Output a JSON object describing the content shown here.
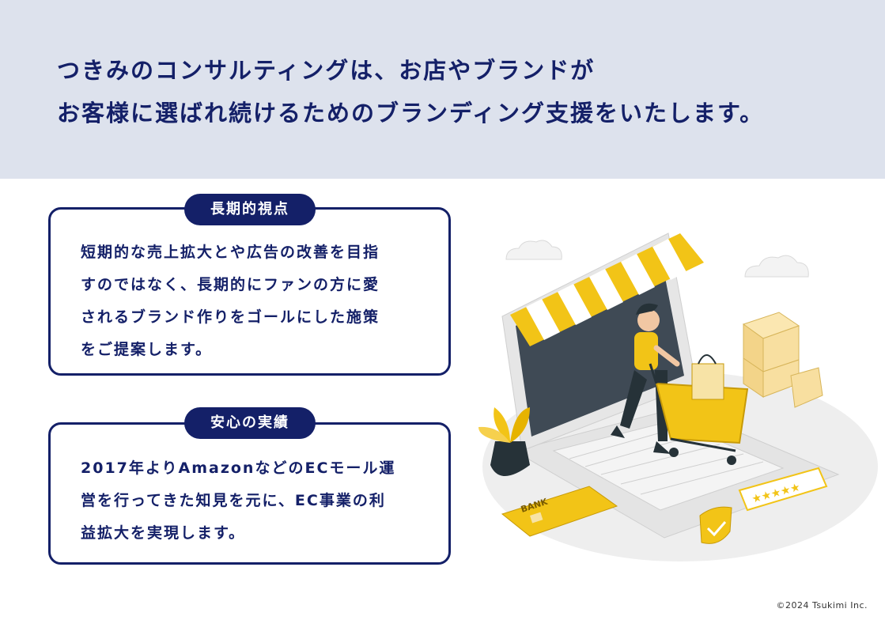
{
  "header": {
    "line1": "つきみのコンサルティングは、お店やブランドが",
    "line2": "お客様に選ばれ続けるためのブランディング支援をいたします。"
  },
  "cards": [
    {
      "title": "長期的視点",
      "lines": [
        "短期的な売上拡大とや広告の改善を目指",
        "すのではなく、長期的にファンの方に愛",
        "されるブランド作りをゴールにした施策",
        "をご提案します。"
      ]
    },
    {
      "title": "安心の実績",
      "lines": [
        "2017年よりAmazonなどのECモール運",
        "営を行ってきた知見を元に、EC事業の利",
        "益拡大を実現します。"
      ]
    }
  ],
  "illustration": {
    "card_label": "BANK",
    "rating_stars": 5
  },
  "footer": {
    "copyright": "©2024 Tsukimi Inc."
  },
  "colors": {
    "navy": "#142068",
    "header_bg": "#dde2ed",
    "accent_yellow": "#f2c417",
    "screen": "#3f4a55"
  }
}
